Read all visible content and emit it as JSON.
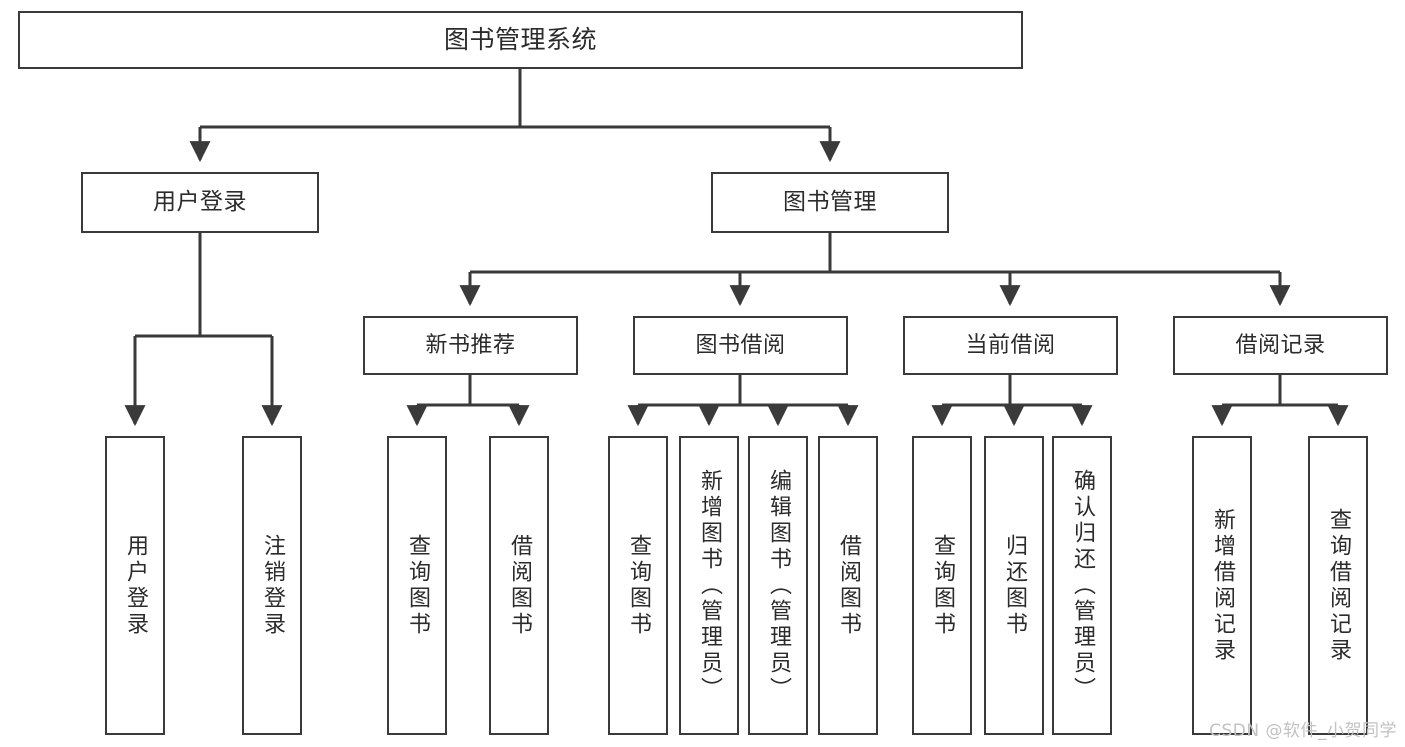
{
  "diagram": {
    "type": "tree-hierarchy-flowchart",
    "title": "图书管理系统",
    "orientation": "top-down",
    "nodes": {
      "root": {
        "label": "图书管理系统"
      },
      "level1": [
        {
          "id": "user-login",
          "label": "用户登录"
        },
        {
          "id": "book-mgmt",
          "label": "图书管理"
        }
      ],
      "level2": [
        {
          "id": "new-recommend",
          "label": "新书推荐"
        },
        {
          "id": "book-borrow",
          "label": "图书借阅"
        },
        {
          "id": "current-borrow",
          "label": "当前借阅"
        },
        {
          "id": "borrow-record",
          "label": "借阅记录"
        }
      ],
      "leaves": [
        {
          "id": "leaf-user-login",
          "parent": "user-login",
          "label": "用户登录"
        },
        {
          "id": "leaf-logout",
          "parent": "user-login",
          "label": "注销登录"
        },
        {
          "id": "leaf-query-book-1",
          "parent": "new-recommend",
          "label": "查询图书"
        },
        {
          "id": "leaf-borrow-book-1",
          "parent": "new-recommend",
          "label": "借阅图书"
        },
        {
          "id": "leaf-query-book-2",
          "parent": "book-borrow",
          "label": "查询图书"
        },
        {
          "id": "leaf-add-book",
          "parent": "book-borrow",
          "label": "新增图书（管理员）"
        },
        {
          "id": "leaf-edit-book",
          "parent": "book-borrow",
          "label": "编辑图书（管理员）"
        },
        {
          "id": "leaf-borrow-book-2",
          "parent": "book-borrow",
          "label": "借阅图书"
        },
        {
          "id": "leaf-query-book-3",
          "parent": "current-borrow",
          "label": "查询图书"
        },
        {
          "id": "leaf-return-book",
          "parent": "current-borrow",
          "label": "归还图书"
        },
        {
          "id": "leaf-confirm-return",
          "parent": "current-borrow",
          "label": "确认归还（管理员）"
        },
        {
          "id": "leaf-add-record",
          "parent": "borrow-record",
          "label": "新增借阅记录"
        },
        {
          "id": "leaf-query-record",
          "parent": "borrow-record",
          "label": "查询借阅记录"
        }
      ]
    },
    "colors": {
      "background": "#ffffff",
      "box_border": "#3a3a3a",
      "box_fill": "#ffffff",
      "text": "#2b2b2b",
      "edge": "#3a3a3a",
      "watermark": "#c2c2c2"
    }
  },
  "watermark": {
    "text": "CSDN @软件_小贺同学"
  }
}
